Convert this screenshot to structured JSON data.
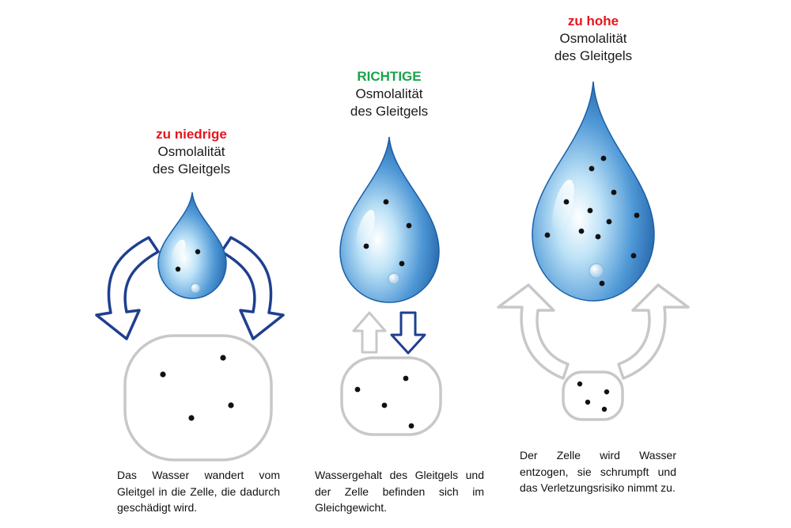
{
  "colors": {
    "low": "#e8141c",
    "correct": "#1aa34a",
    "high": "#e8141c",
    "arrow_blue": "#1f3f8f",
    "arrow_grey": "#c8c8c8",
    "cell_outline": "#c8c8c8",
    "drop_dark": "#1b5fa8",
    "drop_light": "#bfe3f7"
  },
  "panels": [
    {
      "id": "low",
      "qualifier": "zu niedrige",
      "line2": "Osmolalität",
      "line3": "des Gleitgels",
      "caption": "Das Wasser wandert vom Gleitgel in die Zelle, die dadurch geschädigt wird.",
      "water_flow": "drop-to-cell",
      "icons": [
        "water-drop-icon",
        "curved-arrow-icon",
        "cell-icon"
      ]
    },
    {
      "id": "correct",
      "qualifier": "RICHTIGE",
      "line2": "Osmolalität",
      "line3": "des Gleitgels",
      "caption": "Wassergehalt des Gleitgels und der Zelle befinden sich im Gleichgewicht.",
      "water_flow": "balanced",
      "icons": [
        "water-drop-icon",
        "up-arrow-icon",
        "down-arrow-icon",
        "cell-icon"
      ]
    },
    {
      "id": "high",
      "qualifier": "zu hohe",
      "line2": "Osmolalität",
      "line3": "des Gleitgels",
      "caption": "Der Zelle wird Wasser entzogen, sie schrumpft und das Verletzungsrisiko nimmt zu.",
      "water_flow": "cell-to-drop",
      "icons": [
        "water-drop-icon",
        "curved-arrow-icon",
        "cell-icon"
      ]
    }
  ]
}
